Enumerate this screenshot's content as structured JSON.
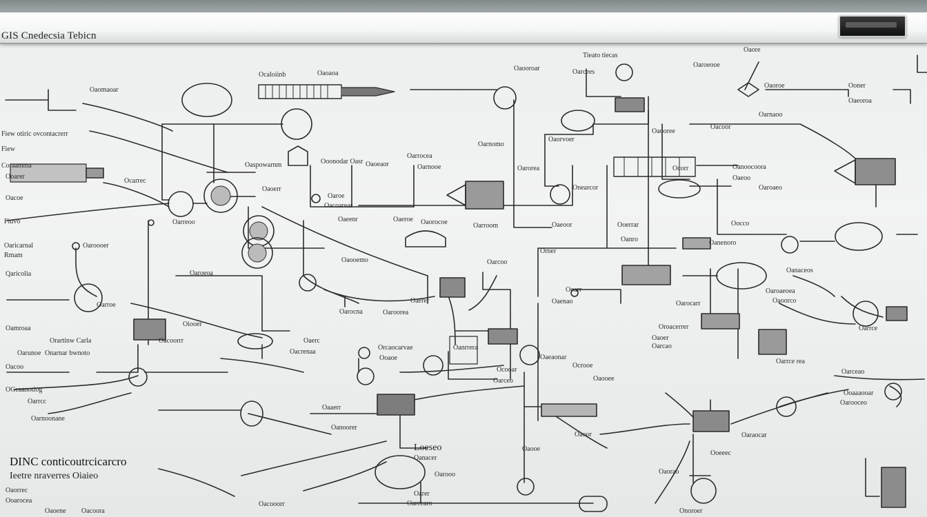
{
  "header": {
    "title": "GIS Cnedecsia Tebicn"
  },
  "labels": {
    "main_a": "DINC conticoutrcicarcro",
    "main_b": "Ieetre nraverres Oiaieo",
    "l1": "Fiew otiric ovcontacrerr",
    "l2": "Fiew",
    "l3": "Coraamma",
    "l4": "Fiuvo",
    "l5": "Oaricarnal",
    "l6": "Rmam",
    "l7": "Qaricolia",
    "l8": "Oamroaa",
    "l9": "Oarunoe",
    "l10": "OGeaanotiog",
    "l11": "Oarnoonane",
    "l12": "Oacoo",
    "l13": "Orartinw Carla",
    "l14": "Onarnar bwnoto",
    "l15": "Ocarrec",
    "l16": "Oaomaoar",
    "l17": "Oaroeoa",
    "l18": "Oiooer",
    "l19": "Oaspowarnm",
    "l20": "Ocaloiinb",
    "l21": "Ooonodar Oasr",
    "l22": "Oarrocea",
    "l23": "Oarnomo",
    "l24": "Oaorvoer",
    "l25": "Oaorocoe",
    "l26": "Oaooemo",
    "l27": "Oarocna",
    "l28": "Orcaocarvae",
    "l29": "Oacrenaa",
    "l30": "Tieato tiecas",
    "l31": "Oaroeooe",
    "l32": "Oaoroe",
    "l33": "Ooner",
    "l34": "Oarnaoo",
    "l35": "Oanoocoora",
    "l36": "Oaeoo",
    "l37": "Oocco",
    "l38": "Oanenoro",
    "l39": "Oanaceos",
    "l40": "Oaroaeoea",
    "l41": "Oarrce",
    "l42": "Oroacerrer",
    "l43": "Oaoer",
    "l44": "Oarcao",
    "l45": "Ocrooe",
    "l46": "Oaeaonar",
    "l47": "Oaeoor",
    "l48": "Orner",
    "l49": "Oarocarr",
    "l50": "Ooaaaooar",
    "l51": "Oarooceo",
    "l52": "Ooeeec",
    "l53": "Oaooe",
    "l54": "Oaoor",
    "l55": "Oaraocar",
    "l56": "Oaaerr",
    "l57": "Oanoorer",
    "l58": "Oarooo",
    "l59": "Oacooorr",
    "l60": "Loeseo",
    "l61": "Oarcearo",
    "l62": "Onoroer",
    "l63": "Oacoora",
    "l64": "Oaorrec",
    "l65": "Ooarocea",
    "l66": "Oaoene",
    "l67": "Oaooroar",
    "l68": "Oarcees",
    "l69": "Oaooree",
    "l70": "Oarorea",
    "l71": "Onearcor",
    "l72": "Oarroom",
    "l73": "Ooerrar",
    "l74": "Oanro",
    "l75": "Oaenao",
    "l76": "Ocooar",
    "l77": "Oanrrera",
    "l78": "Oaerer",
    "l79": "Oarcoo",
    "l80": "Oaeenr",
    "l81": "Oaroe",
    "l82": "Oacoarear",
    "l83": "Oaoeaor",
    "l84": "Oaeoroa",
    "l85": "Ooarer",
    "l86": "Oacoe",
    "l87": "Oaroooer",
    "l88": "Oarroe",
    "l89": "Oarreoo",
    "l90": "Oacoorrr",
    "l91": "Oaroorea",
    "l92": "Ooaoe",
    "l93": "Oaerc",
    "l94": "Oarceo",
    "l95": "Oaooee",
    "l96": "Oaoorco",
    "l97": "Oarrce rea",
    "l98": "Oaroaeo",
    "l99": "Ocorr",
    "l100": "Oaoaoa",
    "l101": "Oaore",
    "l102": "Oarnooe",
    "l103": "Ooarr",
    "l104": "Oaorao",
    "l105": "Oanacer",
    "l106": "Oarer",
    "l107": "Oaoerr",
    "l108": "Oaeroe",
    "l109": "Oarrcc",
    "l110": "Oacoor",
    "l111": "Oarceao"
  }
}
